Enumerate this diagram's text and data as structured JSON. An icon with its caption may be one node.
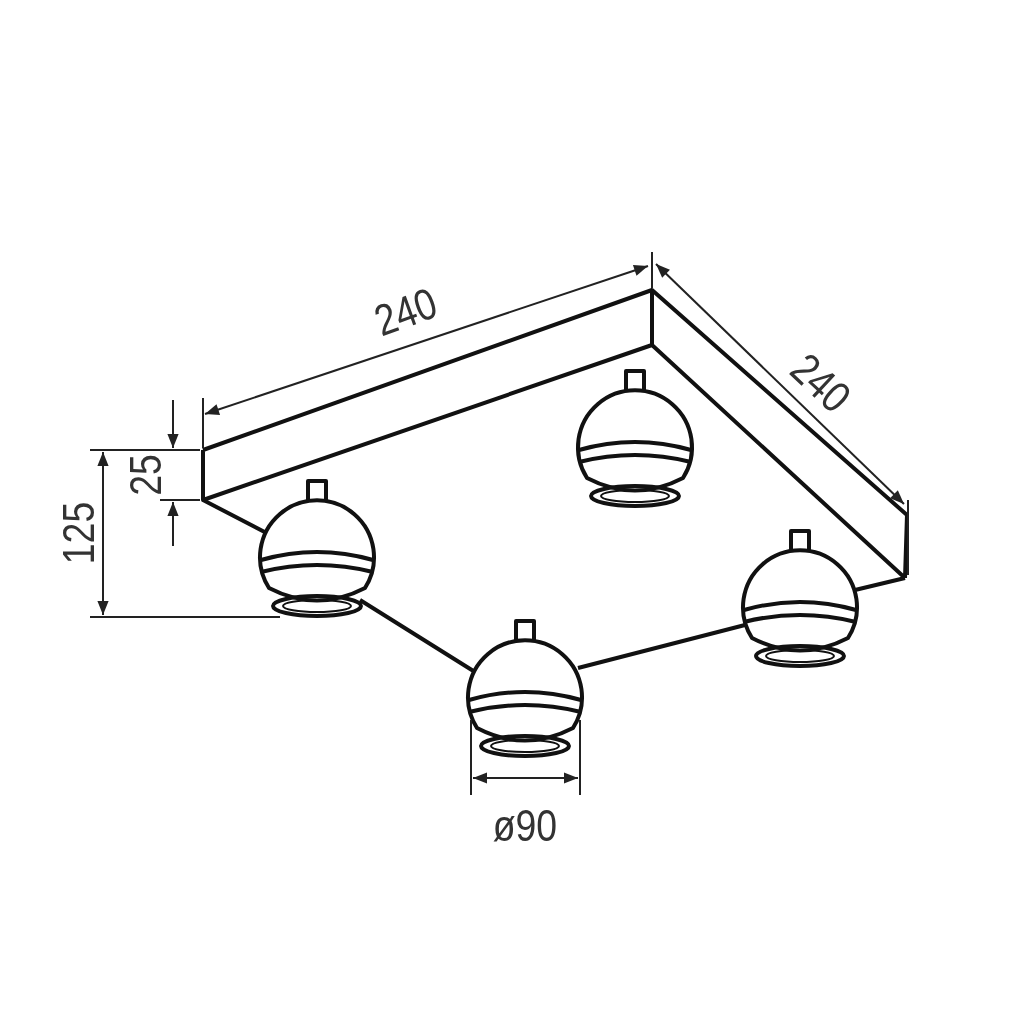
{
  "diagram": {
    "labels": [
      "240",
      "240",
      "25",
      "125",
      "ø90"
    ]
  }
}
